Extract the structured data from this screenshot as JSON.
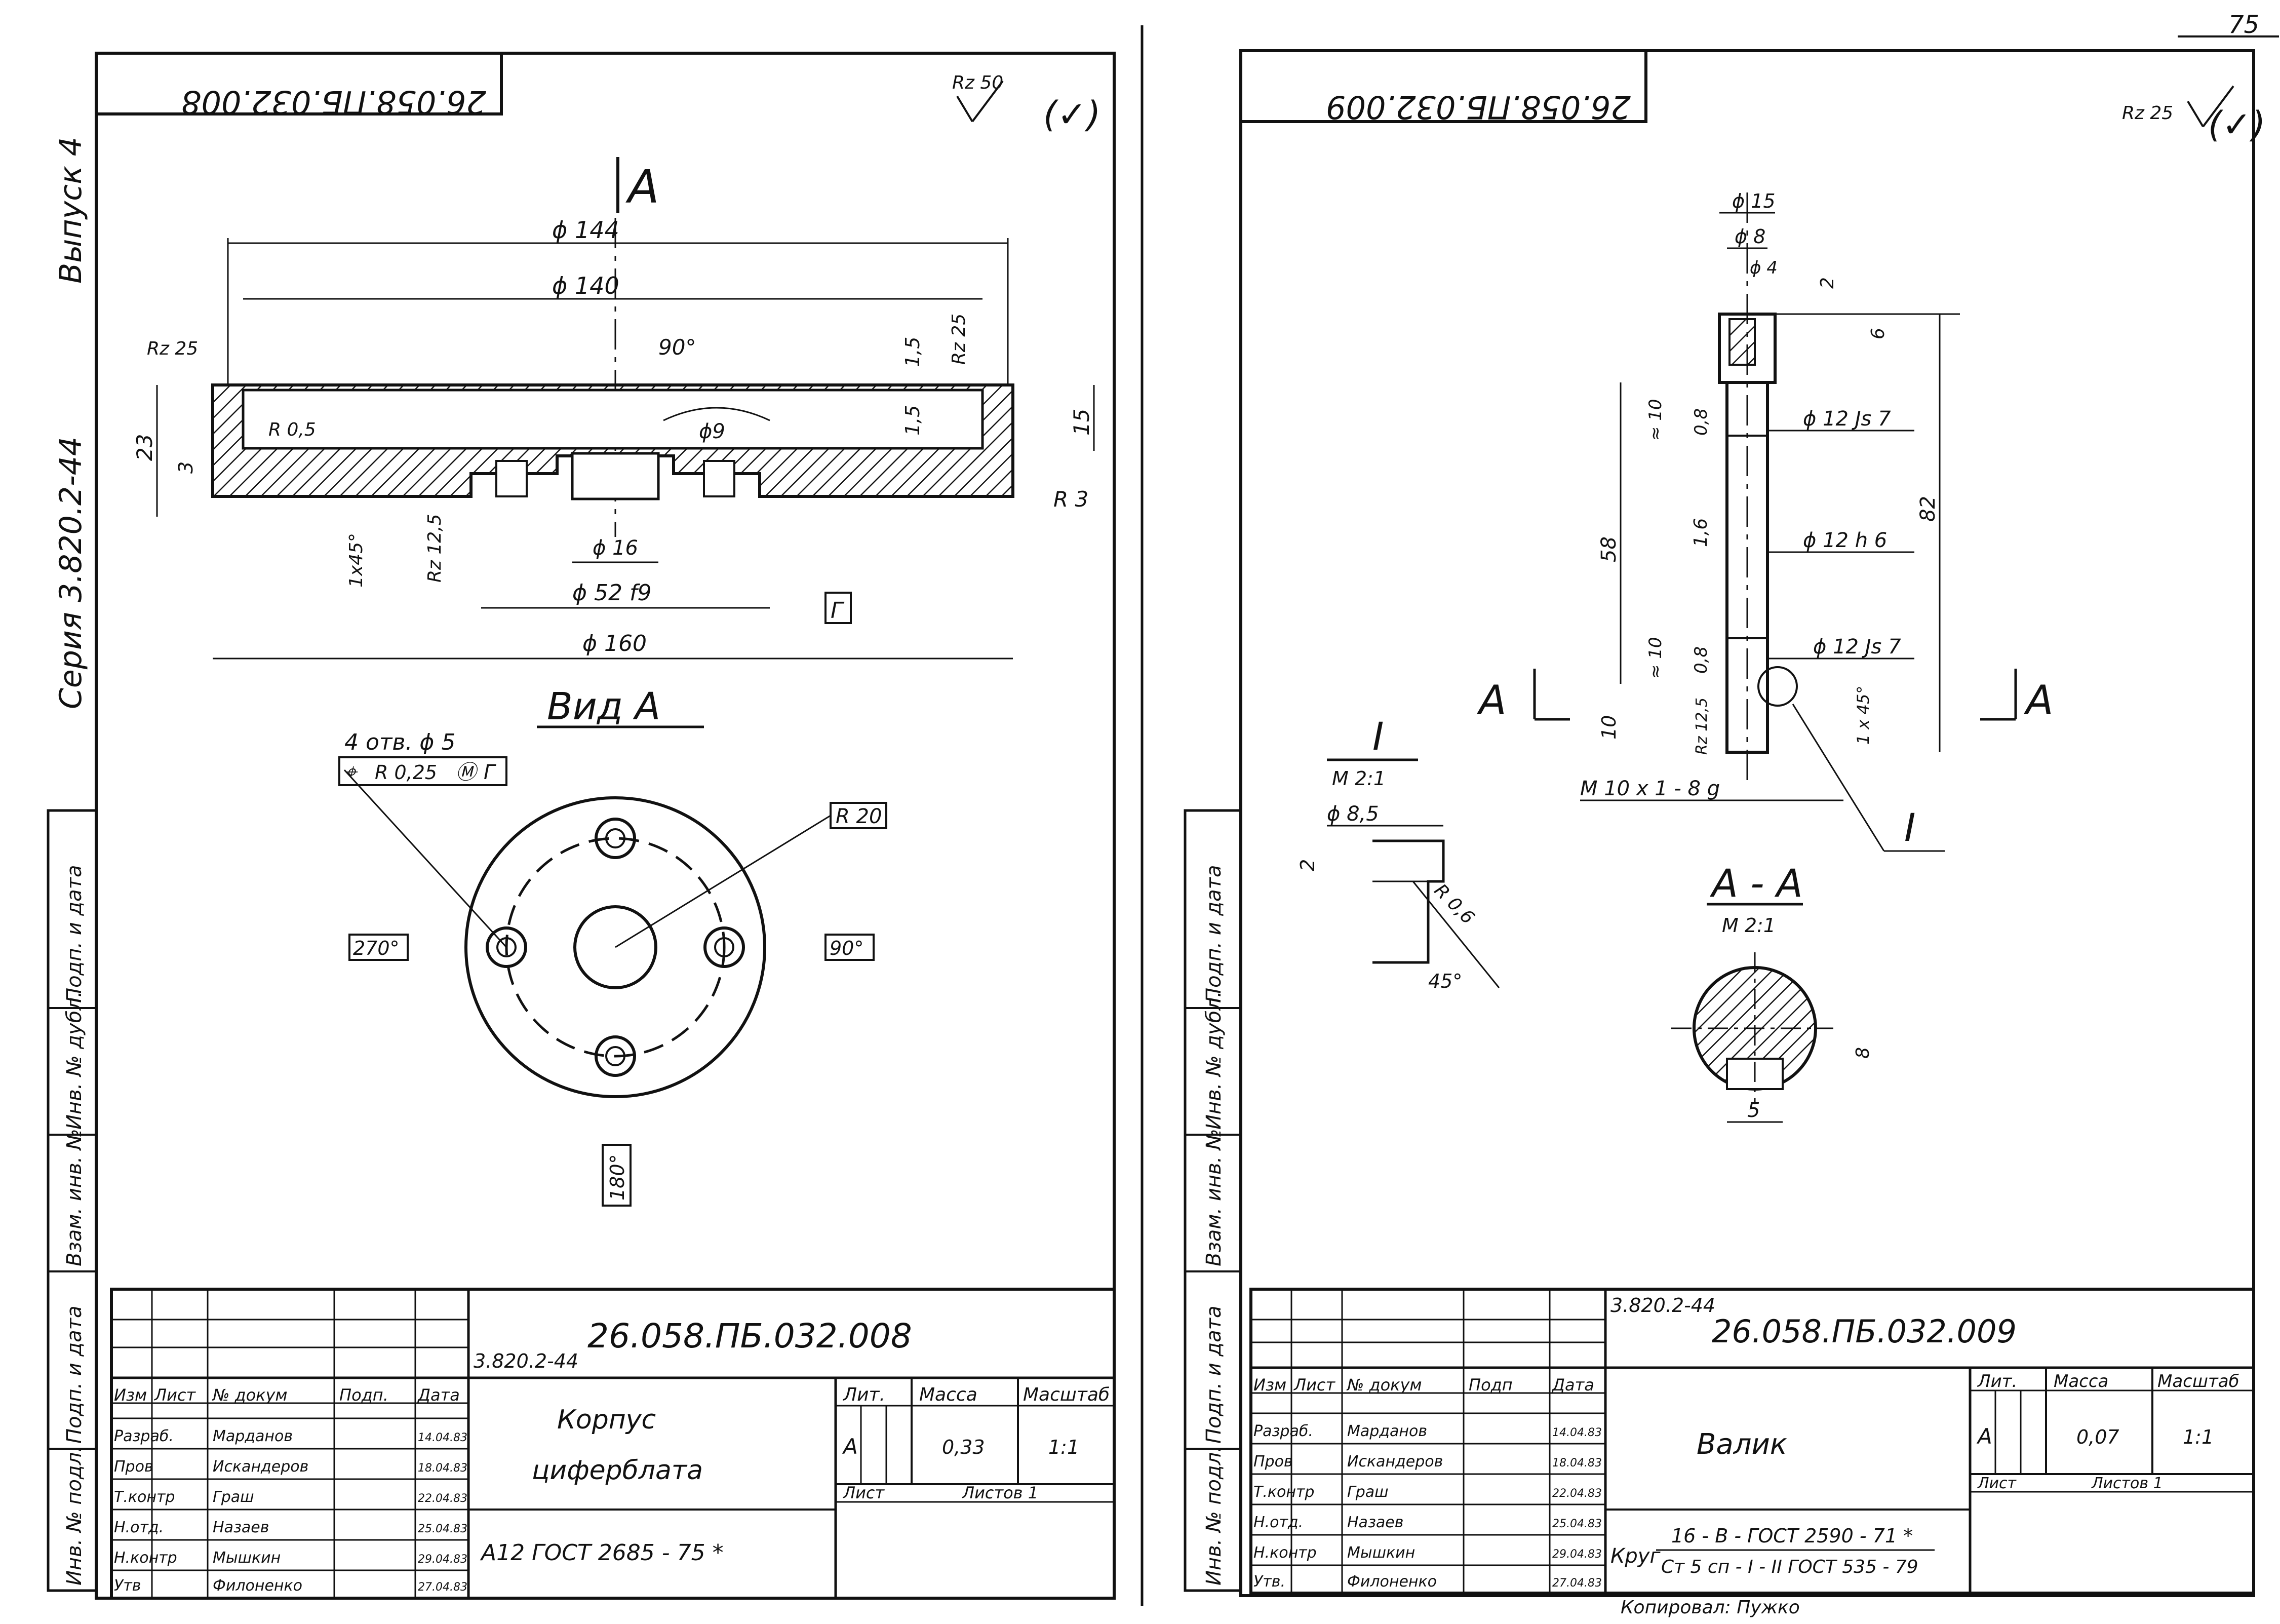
{
  "page_number": "75",
  "left_sheet": {
    "top_code": "26.058.ПБ.032.008",
    "roughness_corner": "Rz 50",
    "roughness_corner_mark": "(✓)",
    "side_labels": {
      "issue": "Выпуск 4",
      "series": "Серия 3.820.2-44"
    },
    "view_arrow": "A",
    "dims": {
      "d144": "ϕ 144",
      "d140": "ϕ 140",
      "ang90": "90°",
      "d9": "ϕ9",
      "v15a": "1,5",
      "v15b": "1,5",
      "h23": "23",
      "h3": "3",
      "h15": "15",
      "r05": "R 0,5",
      "r3": "R 3",
      "rz25a": "Rz 25",
      "rz25b": "Rz 25",
      "rz125": "Rz 12,5",
      "chamfer": "1x45°",
      "d16": "ϕ 16",
      "d52": "ϕ 52 f9",
      "d160": "ϕ 160",
      "datum": "Г"
    },
    "view_title": "Вид  А",
    "holes_label": "4 отв.   ϕ 5",
    "tolerance": [
      "⌖",
      "R 0,25",
      "Ⓜ",
      "Г"
    ],
    "r20": "R 20",
    "angles": [
      "270°",
      "90°",
      "180°"
    ],
    "title_block": {
      "designation": "26.058.ПБ.032.008",
      "series_code": "3.820.2-44",
      "name_line1": "Корпус",
      "name_line2": "циферблата",
      "material": "А12  ГОСТ  2685 - 75 *",
      "col_headers": [
        "Изм",
        "Лист",
        "№ докум",
        "Подп.",
        "Дата"
      ],
      "rows": [
        {
          "role": "Разраб.",
          "name": "Марданов",
          "date": "14.04.83"
        },
        {
          "role": "Пров",
          "name": "Искандеров",
          "date": "18.04.83"
        },
        {
          "role": "Т.контр",
          "name": "Граш",
          "date": "22.04.83"
        },
        {
          "role": "Н.отд.",
          "name": "Назаев",
          "date": "25.04.83"
        },
        {
          "role": "Н.контр",
          "name": "Мышкин",
          "date": "29.04.83"
        },
        {
          "role": "Утв",
          "name": "Филоненко",
          "date": "27.04.83"
        }
      ],
      "lit_label": "Лит.",
      "mass_label": "Масса",
      "scale_label": "Масштаб",
      "lit": "А",
      "mass": "0,33",
      "scale": "1:1",
      "sheet_label": "Лист",
      "sheets_label": "Листов  1"
    }
  },
  "right_sheet": {
    "top_code": "26.058.ПБ.032.009",
    "roughness_corner": "Rz 25",
    "roughness_corner_mark": "(✓)",
    "dims": {
      "d15": "ϕ 15",
      "d8": "ϕ 8",
      "d4": "ϕ 4",
      "v2": "2",
      "v6": "6",
      "v10a": "≈ 10",
      "r08a": "0,8",
      "d12js7a": "ϕ 12 Js 7",
      "r16": "1,6",
      "d12h6": "ϕ 12 h 6",
      "h58": "58",
      "h82": "82",
      "v10b": "≈ 10",
      "r08b": "0,8",
      "d12js7b": "ϕ 12 Js 7",
      "h10": "10",
      "rz125": "Rz 12,5",
      "chamfer": "1 x 45°",
      "thread": "М 10 x 1 - 8 g",
      "section_mark": "А",
      "detail_mark": "I"
    },
    "detail": {
      "title": "I",
      "scale": "М 2:1",
      "d85": "ϕ 8,5",
      "v2": "2",
      "r06": "R 0,6",
      "ang45": "45°"
    },
    "section": {
      "title": "А - А",
      "scale": "М 2:1",
      "w5": "5",
      "v8": "8"
    },
    "title_block": {
      "series_code": "3.820.2-44",
      "designation": "26.058.ПБ.032.009",
      "name": "Валик",
      "material_line1": "16 - В - ГОСТ  2590 - 71 *",
      "material_prefix": "Круг",
      "material_line2": "Ст 5 сп - I - II  ГОСТ 535 - 79",
      "col_headers": [
        "Изм",
        "Лист",
        "№ докум",
        "Подп",
        "Дата"
      ],
      "rows": [
        {
          "role": "Разраб.",
          "name": "Марданов",
          "date": "14.04.83"
        },
        {
          "role": "Пров",
          "name": "Искандеров",
          "date": "18.04.83"
        },
        {
          "role": "Т.контр",
          "name": "Граш",
          "date": "22.04.83"
        },
        {
          "role": "Н.отд.",
          "name": "Назаев",
          "date": "25.04.83"
        },
        {
          "role": "Н.контр",
          "name": "Мышкин",
          "date": "29.04.83"
        },
        {
          "role": "Утв.",
          "name": "Филоненко",
          "date": "27.04.83"
        }
      ],
      "lit_label": "Лит.",
      "mass_label": "Масса",
      "scale_label": "Масштаб",
      "lit": "А",
      "mass": "0,07",
      "scale": "1:1",
      "sheet_label": "Лист",
      "sheets_label": "Листов  1"
    },
    "copied_by": "Копировал:  Пужко"
  },
  "stamp_labels": [
    "Взам. инв. №",
    "Инв. № дубл.",
    "Подп. и дата",
    "Подп. и дата",
    "Инв. № подл."
  ]
}
